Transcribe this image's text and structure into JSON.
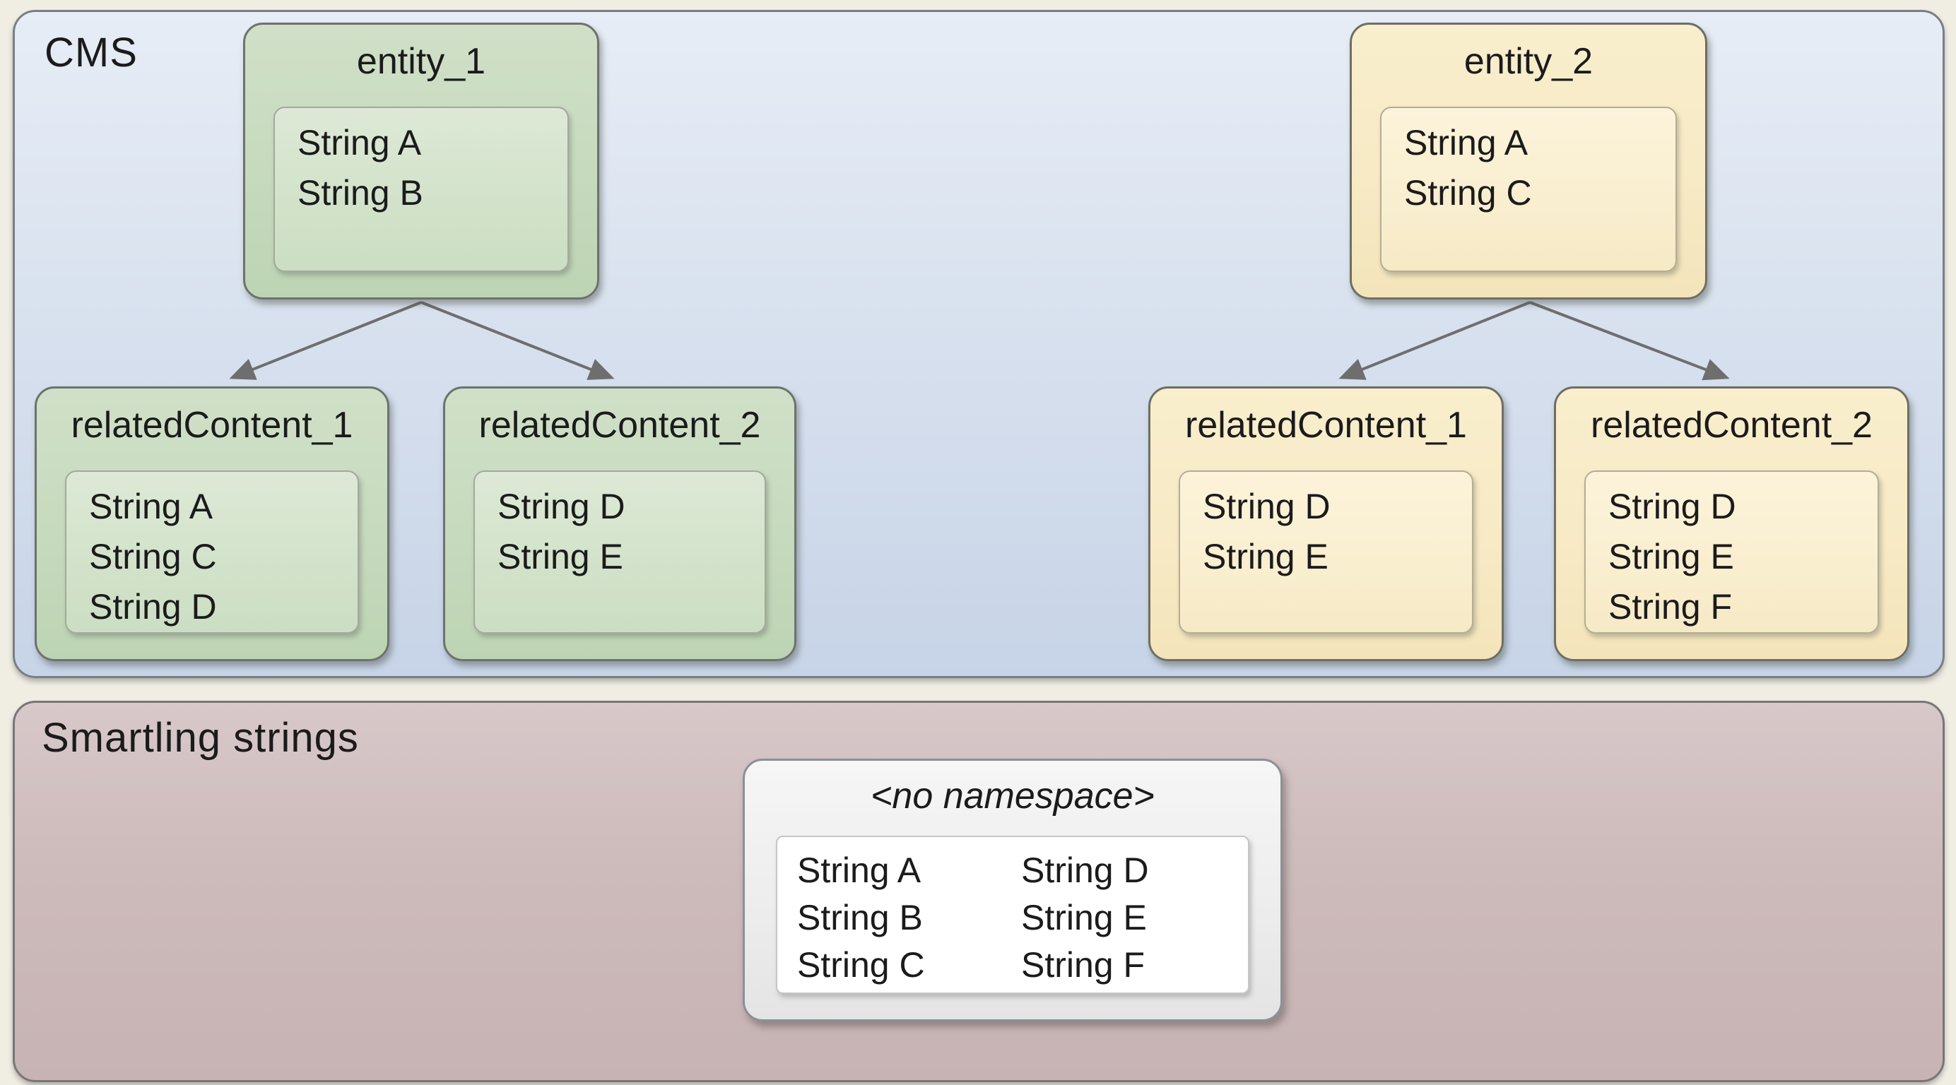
{
  "cms": {
    "label": "CMS",
    "entity1": {
      "title": "entity_1",
      "strings": [
        "String A",
        "String B"
      ]
    },
    "entity2": {
      "title": "entity_2",
      "strings": [
        "String A",
        "String C"
      ]
    },
    "entity1_related1": {
      "title": "relatedContent_1",
      "strings": [
        "String A",
        "String C",
        "String D"
      ]
    },
    "entity1_related2": {
      "title": "relatedContent_2",
      "strings": [
        "String D",
        "String E"
      ]
    },
    "entity2_related1": {
      "title": "relatedContent_1",
      "strings": [
        "String D",
        "String E"
      ]
    },
    "entity2_related2": {
      "title": "relatedContent_2",
      "strings": [
        "String D",
        "String E",
        "String F"
      ]
    }
  },
  "smartling": {
    "label": "Smartling strings",
    "namespace": {
      "title": "<no namespace>",
      "left_column": [
        "String A",
        "String B",
        "String C"
      ],
      "right_column": [
        "String D",
        "String E",
        "String F"
      ]
    }
  },
  "colors": {
    "cms_panel_background": "#d7e0ee",
    "smartling_panel_background": "#cdbaba",
    "entity1_node_background": "#c6dabd",
    "entity2_node_background": "#f7eac5",
    "namespace_box_background": "#ededed",
    "namespace_inner_background": "#ffffff",
    "page_background": "#f0eee3",
    "arrow": "#6e6e6e",
    "text": "#1b1b1b"
  }
}
